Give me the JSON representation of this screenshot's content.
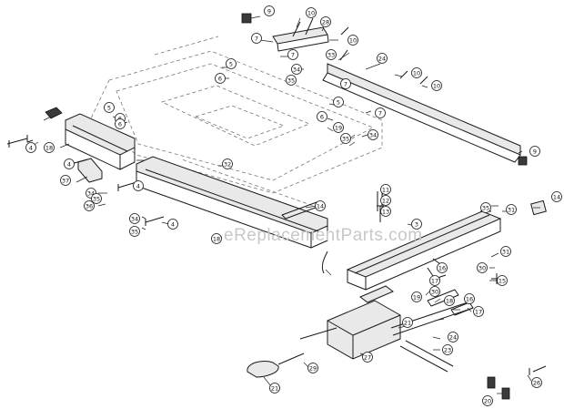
{
  "watermark": "eReplacementParts.com",
  "callouts": [
    {
      "id": "c1",
      "label": "9"
    },
    {
      "id": "c2",
      "label": "10"
    },
    {
      "id": "c3",
      "label": "28"
    },
    {
      "id": "c4",
      "label": "7"
    },
    {
      "id": "c5",
      "label": "10"
    },
    {
      "id": "c6",
      "label": "7"
    },
    {
      "id": "c7",
      "label": "33"
    },
    {
      "id": "c8",
      "label": "24"
    },
    {
      "id": "c9",
      "label": "10"
    },
    {
      "id": "c10",
      "label": "10"
    },
    {
      "id": "c11",
      "label": "5"
    },
    {
      "id": "c12",
      "label": "6"
    },
    {
      "id": "c13",
      "label": "34"
    },
    {
      "id": "c14",
      "label": "35"
    },
    {
      "id": "c15",
      "label": "7"
    },
    {
      "id": "c16",
      "label": "5"
    },
    {
      "id": "c17",
      "label": "7"
    },
    {
      "id": "c18",
      "label": "6"
    },
    {
      "id": "c19",
      "label": "35"
    },
    {
      "id": "c20",
      "label": "34"
    },
    {
      "id": "c21",
      "label": "9"
    },
    {
      "id": "c22",
      "label": "19"
    },
    {
      "id": "c23",
      "label": "5"
    },
    {
      "id": "c24",
      "label": "6"
    },
    {
      "id": "c25",
      "label": "4"
    },
    {
      "id": "c26",
      "label": "18"
    },
    {
      "id": "c27",
      "label": "4"
    },
    {
      "id": "c28",
      "label": "6"
    },
    {
      "id": "c29",
      "label": "4"
    },
    {
      "id": "c30",
      "label": "37"
    },
    {
      "id": "c31",
      "label": "34"
    },
    {
      "id": "c32",
      "label": "35"
    },
    {
      "id": "c33",
      "label": "14"
    },
    {
      "id": "c34",
      "label": "34"
    },
    {
      "id": "c35",
      "label": "35"
    },
    {
      "id": "c36",
      "label": "4"
    },
    {
      "id": "c37",
      "label": "18"
    },
    {
      "id": "c38",
      "label": "32"
    },
    {
      "id": "c39",
      "label": "36"
    },
    {
      "id": "c40",
      "label": "11"
    },
    {
      "id": "c41",
      "label": "12"
    },
    {
      "id": "c42",
      "label": "13"
    },
    {
      "id": "c43",
      "label": "3"
    },
    {
      "id": "c44",
      "label": "35"
    },
    {
      "id": "c45",
      "label": "31"
    },
    {
      "id": "c46",
      "label": "14"
    },
    {
      "id": "c47",
      "label": "31"
    },
    {
      "id": "c48",
      "label": "30"
    },
    {
      "id": "c49",
      "label": "15"
    },
    {
      "id": "c50",
      "label": "16"
    },
    {
      "id": "c51",
      "label": "17"
    },
    {
      "id": "c52",
      "label": "30"
    },
    {
      "id": "c53",
      "label": "18"
    },
    {
      "id": "c54",
      "label": "19"
    },
    {
      "id": "c55",
      "label": "16"
    },
    {
      "id": "c56",
      "label": "17"
    },
    {
      "id": "c57",
      "label": "21"
    },
    {
      "id": "c58",
      "label": "24"
    },
    {
      "id": "c59",
      "label": "23"
    },
    {
      "id": "c60",
      "label": "27"
    },
    {
      "id": "c61",
      "label": "29"
    },
    {
      "id": "c62",
      "label": "21"
    },
    {
      "id": "c63",
      "label": "26"
    },
    {
      "id": "c64",
      "label": "20"
    }
  ]
}
